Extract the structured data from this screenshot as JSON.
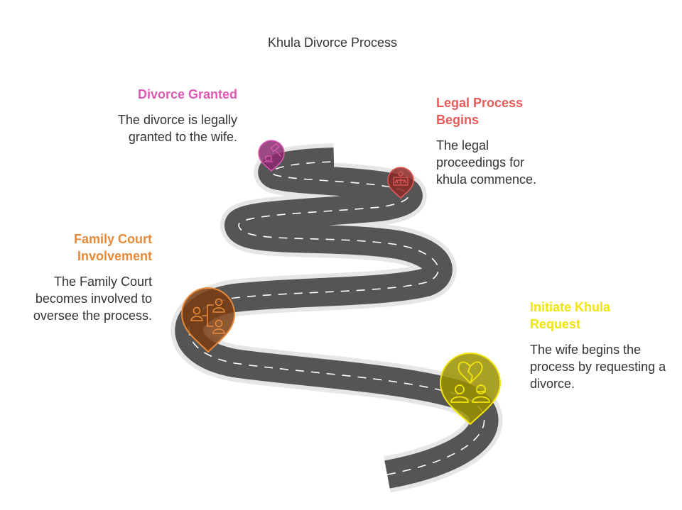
{
  "title": "Khula Divorce Process",
  "steps": [
    {
      "title": "Initiate Khula Request",
      "description": "The wife begins the process by requesting a divorce.",
      "color": "#f2e40d",
      "icon": "broken-heart-couple-icon"
    },
    {
      "title": "Family Court Involvement",
      "description": "The Family Court becomes involved to oversee the process.",
      "color": "#e8893a",
      "icon": "family-tree-icon"
    },
    {
      "title": "Legal Process Begins",
      "description": "The legal proceedings for khula commence.",
      "color": "#e85b58",
      "icon": "judge-scales-icon"
    },
    {
      "title": "Divorce Granted",
      "description": "The divorce is legally granted to the wife.",
      "color": "#e05ab3",
      "icon": "gavel-icon"
    }
  ]
}
